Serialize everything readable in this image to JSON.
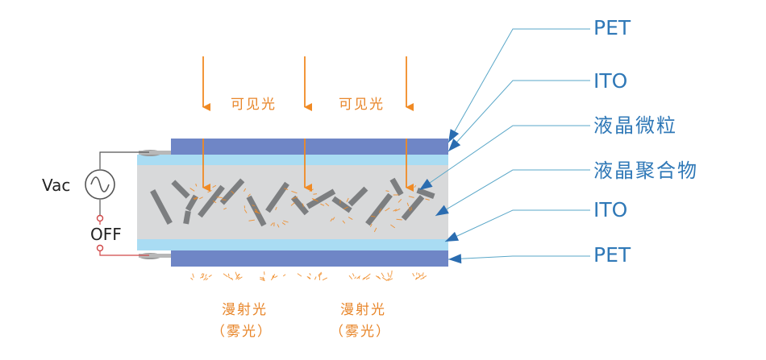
{
  "labels": {
    "pet_top": "PET",
    "ito_top": "ITO",
    "lc_particle": "液晶微粒",
    "lc_polymer": "液晶聚合物",
    "ito_bottom": "ITO",
    "pet_bottom": "PET"
  },
  "light": {
    "visible_left": "可见光",
    "visible_right": "可见光",
    "diffuse_left": "漫射光",
    "haze_left": "（雾光）",
    "diffuse_right": "漫射光",
    "haze_right": "（雾光）"
  },
  "circuit": {
    "source": "Vac",
    "switch": "OFF"
  },
  "colors": {
    "pet": "#6f86c6",
    "ito": "#a9dcf3",
    "polymer": "#d8d9da",
    "particle": "#7c7e80",
    "light": "#f08a24",
    "leader": "#5aa7c8",
    "arrowhead": "#2a6cb0",
    "label_blue": "#2f78b7"
  }
}
